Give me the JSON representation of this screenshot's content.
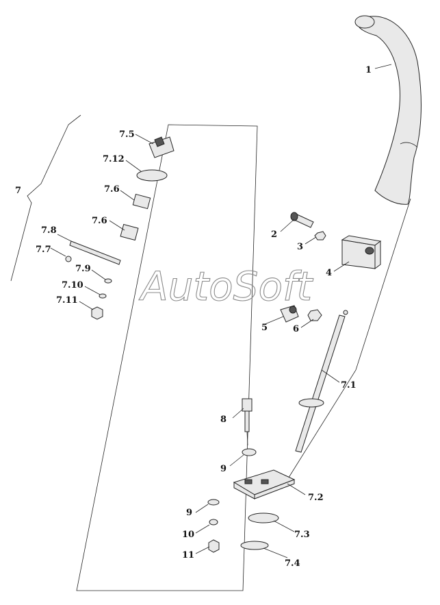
{
  "watermark": "AutoSoft",
  "labels": {
    "p1": "1",
    "p2": "2",
    "p3": "3",
    "p4": "4",
    "p5": "5",
    "p6": "6",
    "p7": "7",
    "p7_1": "7.1",
    "p7_2": "7.2",
    "p7_3": "7.3",
    "p7_4": "7.4",
    "p7_5": "7.5",
    "p7_6a": "7.6",
    "p7_6b": "7.6",
    "p7_7": "7.7",
    "p7_8": "7.8",
    "p7_9": "7.9",
    "p7_10": "7.10",
    "p7_11": "7.11",
    "p7_12": "7.12",
    "p8": "8",
    "p9a": "9",
    "p9b": "9",
    "p10": "10",
    "p11": "11"
  }
}
